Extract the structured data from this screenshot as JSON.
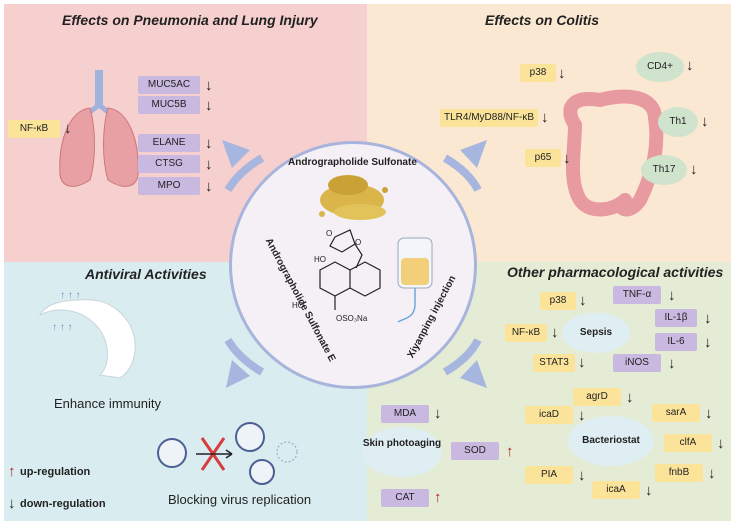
{
  "quadrants": {
    "pneumonia": {
      "title": "Effects on Pneumonia and Lung Injury",
      "markers": [
        {
          "label": "MUC5AC",
          "trend": "↓"
        },
        {
          "label": "MUC5B",
          "trend": "↓"
        },
        {
          "label": "ELANE",
          "trend": "↓"
        },
        {
          "label": "CTSG",
          "trend": "↓"
        },
        {
          "label": "MPO",
          "trend": "↓"
        }
      ],
      "nfkb": {
        "label": "NF-κB",
        "trend": "↓"
      }
    },
    "colitis": {
      "title": "Effects on Colitis",
      "markers": [
        {
          "label": "p38",
          "trend": "↓"
        },
        {
          "label": "TLR4/MyD88/NF-κB",
          "trend": "↓"
        },
        {
          "label": "p65",
          "trend": "↓"
        }
      ],
      "cells": [
        {
          "label": "CD4+",
          "trend": "↓"
        },
        {
          "label": "Th1",
          "trend": "↓"
        },
        {
          "label": "Th17",
          "trend": "↓"
        }
      ]
    },
    "antiviral": {
      "title": "Antiviral Activities",
      "enhance": "Enhance immunity",
      "blocking": "Blocking virus replication",
      "legend": {
        "up": "up-regulation",
        "down": "down-regulation",
        "up_arrow": "↑",
        "down_arrow": "↓"
      }
    },
    "other": {
      "title": "Other pharmacological activities",
      "sepsis": {
        "label": "Sepsis",
        "markers": [
          {
            "label": "p38",
            "trend": "↓"
          },
          {
            "label": "NF-κB",
            "trend": "↓"
          },
          {
            "label": "STAT3",
            "trend": "↓"
          },
          {
            "label": "TNF-α",
            "trend": "↓"
          },
          {
            "label": "IL-1β",
            "trend": "↓"
          },
          {
            "label": "IL-6",
            "trend": "↓"
          },
          {
            "label": "iNOS",
            "trend": "↓"
          }
        ]
      },
      "skin": {
        "label": "Skin photoaging",
        "markers": [
          {
            "label": "MDA",
            "trend": "↓"
          },
          {
            "label": "SOD",
            "trend": "↑"
          },
          {
            "label": "CAT",
            "trend": "↑"
          }
        ]
      },
      "bacteriostat": {
        "label": "Bacteriostat",
        "markers": [
          {
            "label": "agrD",
            "trend": "↓"
          },
          {
            "label": "icaD",
            "trend": "↓"
          },
          {
            "label": "sarA",
            "trend": "↓"
          },
          {
            "label": "clfA",
            "trend": "↓"
          },
          {
            "label": "fnbB",
            "trend": "↓"
          },
          {
            "label": "PIA",
            "trend": "↓"
          },
          {
            "label": "icaA",
            "trend": "↓"
          }
        ]
      }
    }
  },
  "center": {
    "top_label": "Andrographolide Sulfonate",
    "left_label": "Andrographolide Sulfonate E",
    "right_label": "Xiyanping injection",
    "structure_labels": {
      "oh1": "HO",
      "oh2": "HO",
      "so3": "OSO₃Na",
      "carbonyl": "O",
      "ring_o": "O"
    }
  },
  "colors": {
    "pneumonia_bg": "#f6cfcf",
    "colitis_bg": "#fbe8d2",
    "antiviral_bg": "#d9ecf0",
    "other_bg": "#e4ecd6",
    "marker_purple": "#c9b8df",
    "marker_yellow": "#fbe49a",
    "cell_green": "#cfe3cd",
    "center_ring": "#a8b4dc",
    "up_arrow": "#b32222"
  }
}
